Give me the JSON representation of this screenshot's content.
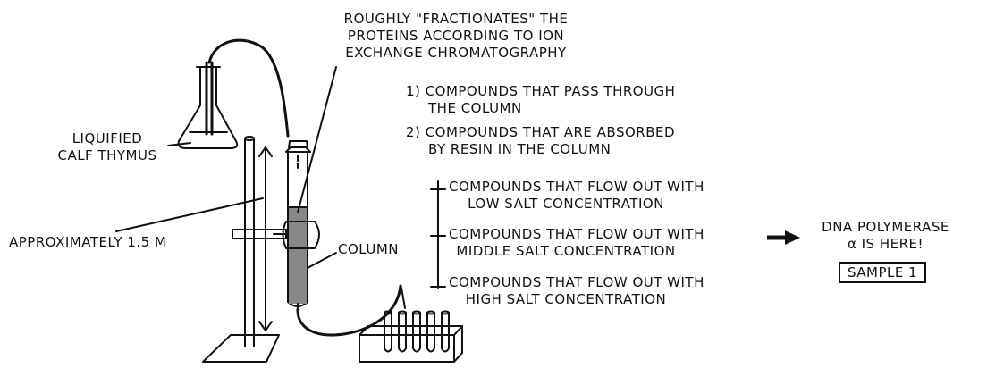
{
  "caption": {
    "line1": "ROUGHLY \"FRACTIONATES\" THE",
    "line2": "PROTEINS ACCORDING TO ION",
    "line3": "EXCHANGE CHROMATOGRAPHY"
  },
  "steps": [
    {
      "line1": "1) COMPOUNDS THAT PASS THROUGH",
      "line2": "THE COLUMN"
    },
    {
      "line1": "2) COMPOUNDS THAT ARE ABSORBED",
      "line2": "BY RESIN IN THE COLUMN"
    }
  ],
  "fractions": [
    {
      "line1": "COMPOUNDS THAT FLOW OUT WITH",
      "line2": "LOW SALT CONCENTRATION"
    },
    {
      "line1": "COMPOUNDS THAT FLOW OUT WITH",
      "line2": "MIDDLE SALT CONCENTRATION"
    },
    {
      "line1": "COMPOUNDS THAT FLOW OUT WITH",
      "line2": "HIGH SALT CONCENTRATION"
    }
  ],
  "labels": {
    "flask_line1": "LIQUIFIED",
    "flask_line2": "CALF THYMUS",
    "height": "APPROXIMATELY 1.5 M",
    "column": "COLUMN"
  },
  "result": {
    "line1": "DNA POLYMERASE",
    "line2": "α IS HERE!",
    "sample": "SAMPLE 1"
  }
}
